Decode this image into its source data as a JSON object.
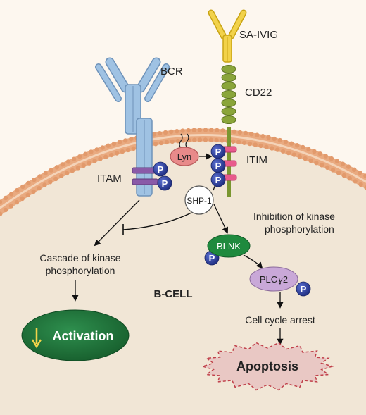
{
  "labels": {
    "sa_ivig": "SA-IVIG",
    "bcr": "BCR",
    "cd22": "CD22",
    "itim": "ITIM",
    "itam": "ITAM",
    "lyn": "Lyn",
    "shp1": "SHP-1",
    "inhibition_line1": "Inhibition of kinase",
    "inhibition_line2": "phosphorylation",
    "cascade_line1": "Cascade of kinase",
    "cascade_line2": "phosphorylation",
    "b_cell": "B-CELL",
    "blnk": "BLNK",
    "plc_prefix": "PLC",
    "plc_gamma": "γ",
    "plc_suffix": "2",
    "activation": "Activation",
    "cell_cycle_arrest": "Cell cycle arrest",
    "apoptosis": "Apoptosis",
    "phospho": "P"
  },
  "colors": {
    "background": "#fdf7ef",
    "cell_fill": "#f1e6d6",
    "membrane": "#e9aa80",
    "membrane_bead": "#e29a6c",
    "ivig": "#f2d24a",
    "bcr": "#9fc2e3",
    "cd22": "#8aa53a",
    "itim": "#e85a8c",
    "itam": "#8a5aa8",
    "lyn": "#e88a8a",
    "phospho": "#2d3f9a",
    "blnk": "#1f8a3e",
    "plc": "#c9a8d8",
    "activation": "#1b6b33",
    "apoptosis": "#e9c8c4",
    "down_arrow": "#f2d24a"
  }
}
